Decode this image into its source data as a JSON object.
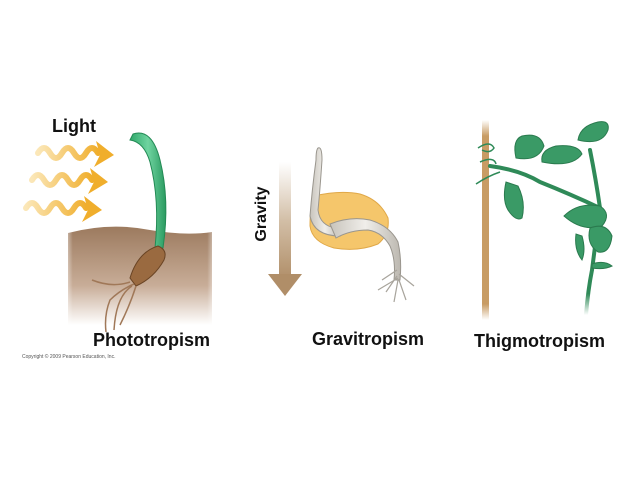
{
  "panels": [
    {
      "id": "phototropism",
      "caption": "Phototropism",
      "stimulus_label": "Light",
      "colors": {
        "shoot": "#3fb878",
        "soil": "#a88468",
        "light": "#f2b53a",
        "root": "#8a5a34"
      }
    },
    {
      "id": "gravitropism",
      "caption": "Gravitropism",
      "stimulus_label": "Gravity",
      "colors": {
        "arrow": "#b89a78",
        "seed": "#f5c66b",
        "sprout": "#d9d6d0"
      }
    },
    {
      "id": "thigmotropism",
      "caption": "Thigmotropism",
      "colors": {
        "stake": "#c79a60",
        "leaf": "#3a9a66",
        "stem": "#2f8a58"
      }
    }
  ],
  "copyright": "Copyright © 2009 Pearson Education, Inc."
}
